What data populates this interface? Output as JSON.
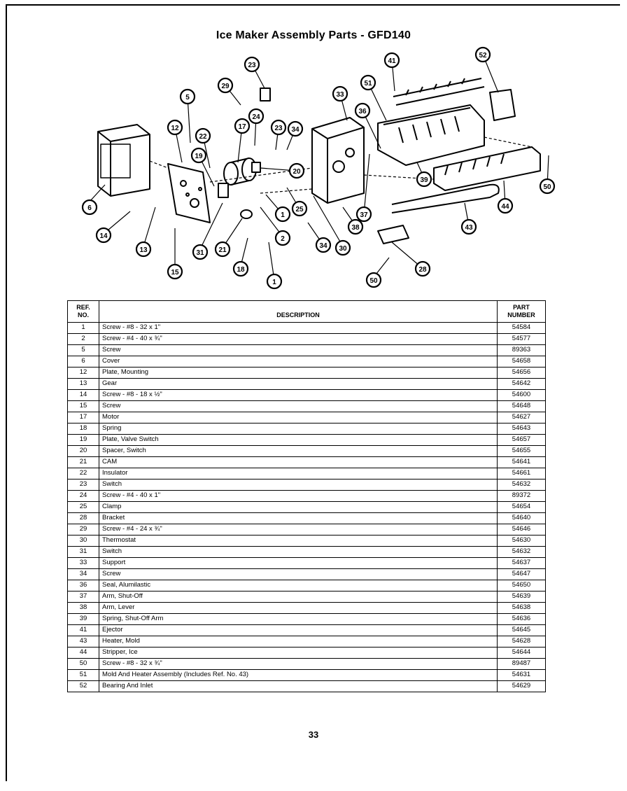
{
  "document": {
    "title": "Ice Maker Assembly Parts - GFD140",
    "page_number": "33"
  },
  "diagram": {
    "callouts": [
      "23",
      "29",
      "41",
      "52",
      "51",
      "5",
      "17",
      "24",
      "33",
      "36",
      "12",
      "22",
      "23",
      "34",
      "19",
      "20",
      "6",
      "14",
      "13",
      "1",
      "25",
      "37",
      "38",
      "39",
      "50",
      "44",
      "43",
      "31",
      "21",
      "2",
      "34",
      "30",
      "18",
      "1",
      "15",
      "50",
      "28"
    ]
  },
  "table": {
    "headers": {
      "ref": "REF.\nNO.",
      "description": "DESCRIPTION",
      "part": "PART\nNUMBER"
    },
    "rows": [
      {
        "ref": "1",
        "desc": "Screw - #8 - 32 x 1\"",
        "part": "54584"
      },
      {
        "ref": "2",
        "desc": "Screw - #4 - 40 x ¾\"",
        "part": "54577"
      },
      {
        "ref": "5",
        "desc": "Screw",
        "part": "89363"
      },
      {
        "ref": "6",
        "desc": "Cover",
        "part": "54658"
      },
      {
        "ref": "12",
        "desc": "Plate, Mounting",
        "part": "54656"
      },
      {
        "ref": "13",
        "desc": "Gear",
        "part": "54642"
      },
      {
        "ref": "14",
        "desc": "Screw - #8 - 18 x ½\"",
        "part": "54600"
      },
      {
        "ref": "15",
        "desc": "Screw",
        "part": "54648"
      },
      {
        "ref": "17",
        "desc": "Motor",
        "part": "54627"
      },
      {
        "ref": "18",
        "desc": "Spring",
        "part": "54643"
      },
      {
        "ref": "19",
        "desc": "Plate, Valve Switch",
        "part": "54657"
      },
      {
        "ref": "20",
        "desc": "Spacer, Switch",
        "part": "54655"
      },
      {
        "ref": "21",
        "desc": "CAM",
        "part": "54641"
      },
      {
        "ref": "22",
        "desc": "Insulator",
        "part": "54661"
      },
      {
        "ref": "23",
        "desc": "Switch",
        "part": "54632"
      },
      {
        "ref": "24",
        "desc": "Screw - #4 - 40 x 1\"",
        "part": "89372"
      },
      {
        "ref": "25",
        "desc": "Clamp",
        "part": "54654"
      },
      {
        "ref": "28",
        "desc": "Bracket",
        "part": "54640"
      },
      {
        "ref": "29",
        "desc": "Screw - #4 - 24 x ¾\"",
        "part": "54646"
      },
      {
        "ref": "30",
        "desc": "Thermostat",
        "part": "54630"
      },
      {
        "ref": "31",
        "desc": "Switch",
        "part": "54632"
      },
      {
        "ref": "33",
        "desc": "Support",
        "part": "54637"
      },
      {
        "ref": "34",
        "desc": "Screw",
        "part": "54647"
      },
      {
        "ref": "36",
        "desc": "Seal, Alumilastic",
        "part": "54650"
      },
      {
        "ref": "37",
        "desc": "Arm, Shut-Off",
        "part": "54639"
      },
      {
        "ref": "38",
        "desc": "Arm, Lever",
        "part": "54638"
      },
      {
        "ref": "39",
        "desc": "Spring, Shut-Off Arm",
        "part": "54636"
      },
      {
        "ref": "41",
        "desc": "Ejector",
        "part": "54645"
      },
      {
        "ref": "43",
        "desc": "Heater, Mold",
        "part": "54628"
      },
      {
        "ref": "44",
        "desc": "Stripper, Ice",
        "part": "54644"
      },
      {
        "ref": "50",
        "desc": "Screw - #8 - 32 x ¾\"",
        "part": "89487"
      },
      {
        "ref": "51",
        "desc": "Mold And Heater Assembly (Includes Ref. No. 43)",
        "part": "54631"
      },
      {
        "ref": "52",
        "desc": "Bearing And Inlet",
        "part": "54629"
      }
    ]
  }
}
